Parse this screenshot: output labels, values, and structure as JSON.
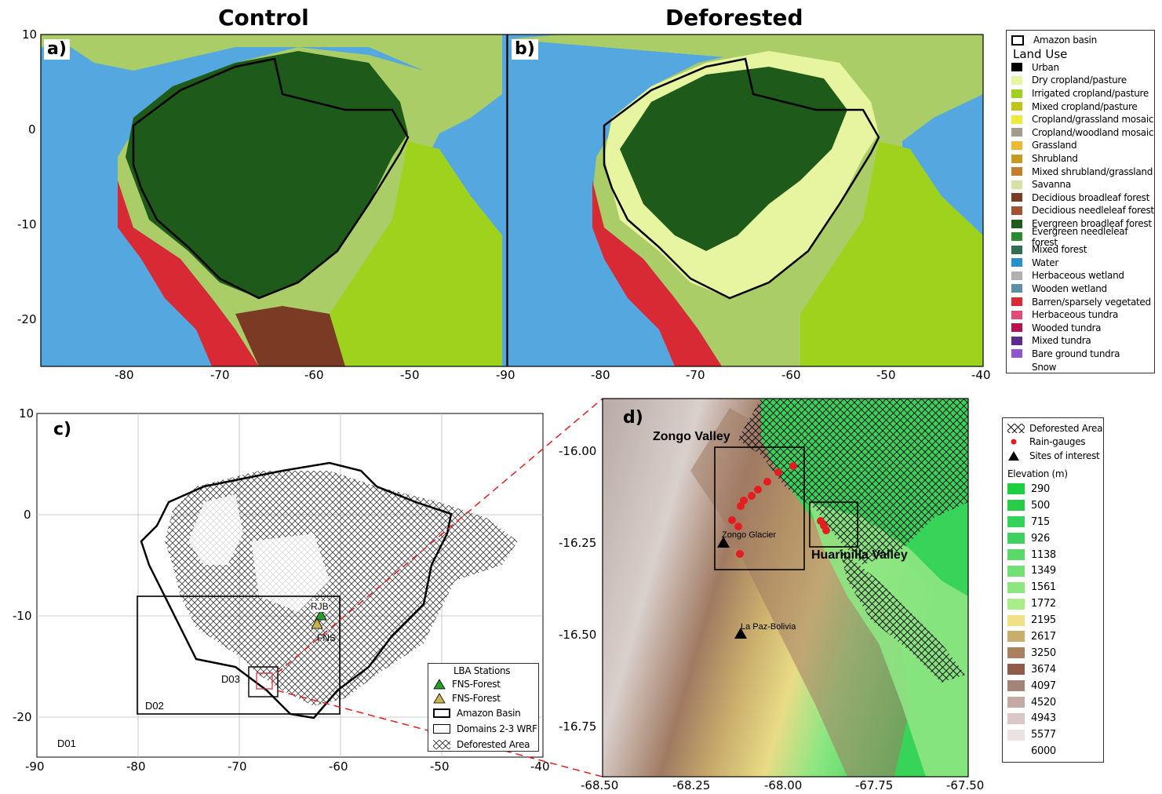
{
  "titles": {
    "control": "Control",
    "deforested": "Deforested"
  },
  "panels": {
    "a": "a)",
    "b": "b)",
    "c": "c)",
    "d": "d)"
  },
  "ab_axes": {
    "y_ticks": [
      "10",
      "0",
      "-10",
      "-20"
    ],
    "x_ticks_a": [
      "-80",
      "-70",
      "-60",
      "-50"
    ],
    "x_ticks_b": [
      "-90",
      "-80",
      "-70",
      "-60",
      "-50",
      "-40"
    ]
  },
  "c_axes": {
    "y_ticks": [
      "10",
      "0",
      "-10",
      "-20"
    ],
    "x_ticks": [
      "-90",
      "-80",
      "-70",
      "-60",
      "-50",
      "-40"
    ]
  },
  "d_axes": {
    "y_ticks": [
      "-16.00",
      "-16.25",
      "-16.50",
      "-16.75"
    ],
    "x_ticks": [
      "-68.50",
      "-68.25",
      "-68.00",
      "-67.75",
      "-67.50"
    ]
  },
  "landuse_legend": {
    "basin_label": "Amazon basin",
    "heading": "Land Use",
    "items": [
      {
        "label": "Urban",
        "color": "#000000"
      },
      {
        "label": "Dry cropland/pasture",
        "color": "#e8f5a0"
      },
      {
        "label": "Irrigated cropland/pasture",
        "color": "#9ed21c"
      },
      {
        "label": "Mixed cropland/pasture",
        "color": "#c2c41c"
      },
      {
        "label": "Cropland/grassland mosaic",
        "color": "#eeea3c"
      },
      {
        "label": "Cropland/woodland mosaic",
        "color": "#a39c8e"
      },
      {
        "label": "Grassland",
        "color": "#ecb934"
      },
      {
        "label": "Shrubland",
        "color": "#c79a22"
      },
      {
        "label": "Mixed shrubland/grassland",
        "color": "#c57e2d"
      },
      {
        "label": "Savanna",
        "color": "#d6e0a6"
      },
      {
        "label": "Decidious broadleaf forest",
        "color": "#7a3a24"
      },
      {
        "label": "Decidious needleleaf forest",
        "color": "#a35234"
      },
      {
        "label": "Evergreen broadleaf forest",
        "color": "#1e5a1a"
      },
      {
        "label": "Evergreen needleleaf forest",
        "color": "#2b8a34"
      },
      {
        "label": "Mixed forest",
        "color": "#2f6e54"
      },
      {
        "label": "Water",
        "color": "#2791d0"
      },
      {
        "label": "Herbaceous wetland",
        "color": "#b0b0ae"
      },
      {
        "label": "Wooden wetland",
        "color": "#5c8fa6"
      },
      {
        "label": "Barren/sparsely vegetated",
        "color": "#d82a34"
      },
      {
        "label": "Herbaceous tundra",
        "color": "#e24a78"
      },
      {
        "label": "Wooded tundra",
        "color": "#b8124c"
      },
      {
        "label": "Mixed tundra",
        "color": "#5c2c8e"
      },
      {
        "label": "Bare ground tundra",
        "color": "#8c56d0"
      },
      {
        "label": "Snow",
        "color": "#ffffff"
      }
    ]
  },
  "c_labels": {
    "rjb": "RJB",
    "fns": "FNS",
    "d01": "D01",
    "d02": "D02",
    "d03": "D03"
  },
  "c_legend": {
    "heading": "LBA Stations",
    "items": [
      "FNS-Forest",
      "FNS-Forest",
      "Amazon Basin",
      "Domains 2-3 WRF",
      "Deforested Area"
    ],
    "triangle_colors": [
      "#2a9a2a",
      "#c8b44a"
    ]
  },
  "d_labels": {
    "zongo_valley": "Zongo Valley",
    "huarinilla_valley": "Huarinilla Valley",
    "zongo_glacier": "Zongo Glacier",
    "la_paz": "La Paz-Bolivia"
  },
  "d_legend": {
    "items": [
      "Deforested Area",
      "Rain-gauges",
      "Sites of interest"
    ],
    "elev_heading": "Elevation (m)",
    "elevations": [
      {
        "value": "290",
        "color": "#1fcf40"
      },
      {
        "value": "500",
        "color": "#27cc48"
      },
      {
        "value": "715",
        "color": "#34d45a"
      },
      {
        "value": "926",
        "color": "#3fd060"
      },
      {
        "value": "1138",
        "color": "#5bd86a"
      },
      {
        "value": "1349",
        "color": "#72de76"
      },
      {
        "value": "1561",
        "color": "#8ee682"
      },
      {
        "value": "1772",
        "color": "#aaeb8a"
      },
      {
        "value": "2195",
        "color": "#f1e08a"
      },
      {
        "value": "2617",
        "color": "#c9ad6c"
      },
      {
        "value": "3250",
        "color": "#a98160"
      },
      {
        "value": "3674",
        "color": "#8e5c48"
      },
      {
        "value": "4097",
        "color": "#a48478"
      },
      {
        "value": "4520",
        "color": "#c4aaa4"
      },
      {
        "value": "4943",
        "color": "#d9c8c6"
      },
      {
        "value": "5577",
        "color": "#ebe2e2"
      },
      {
        "value": "6000",
        "color": "#ffffff"
      }
    ]
  }
}
